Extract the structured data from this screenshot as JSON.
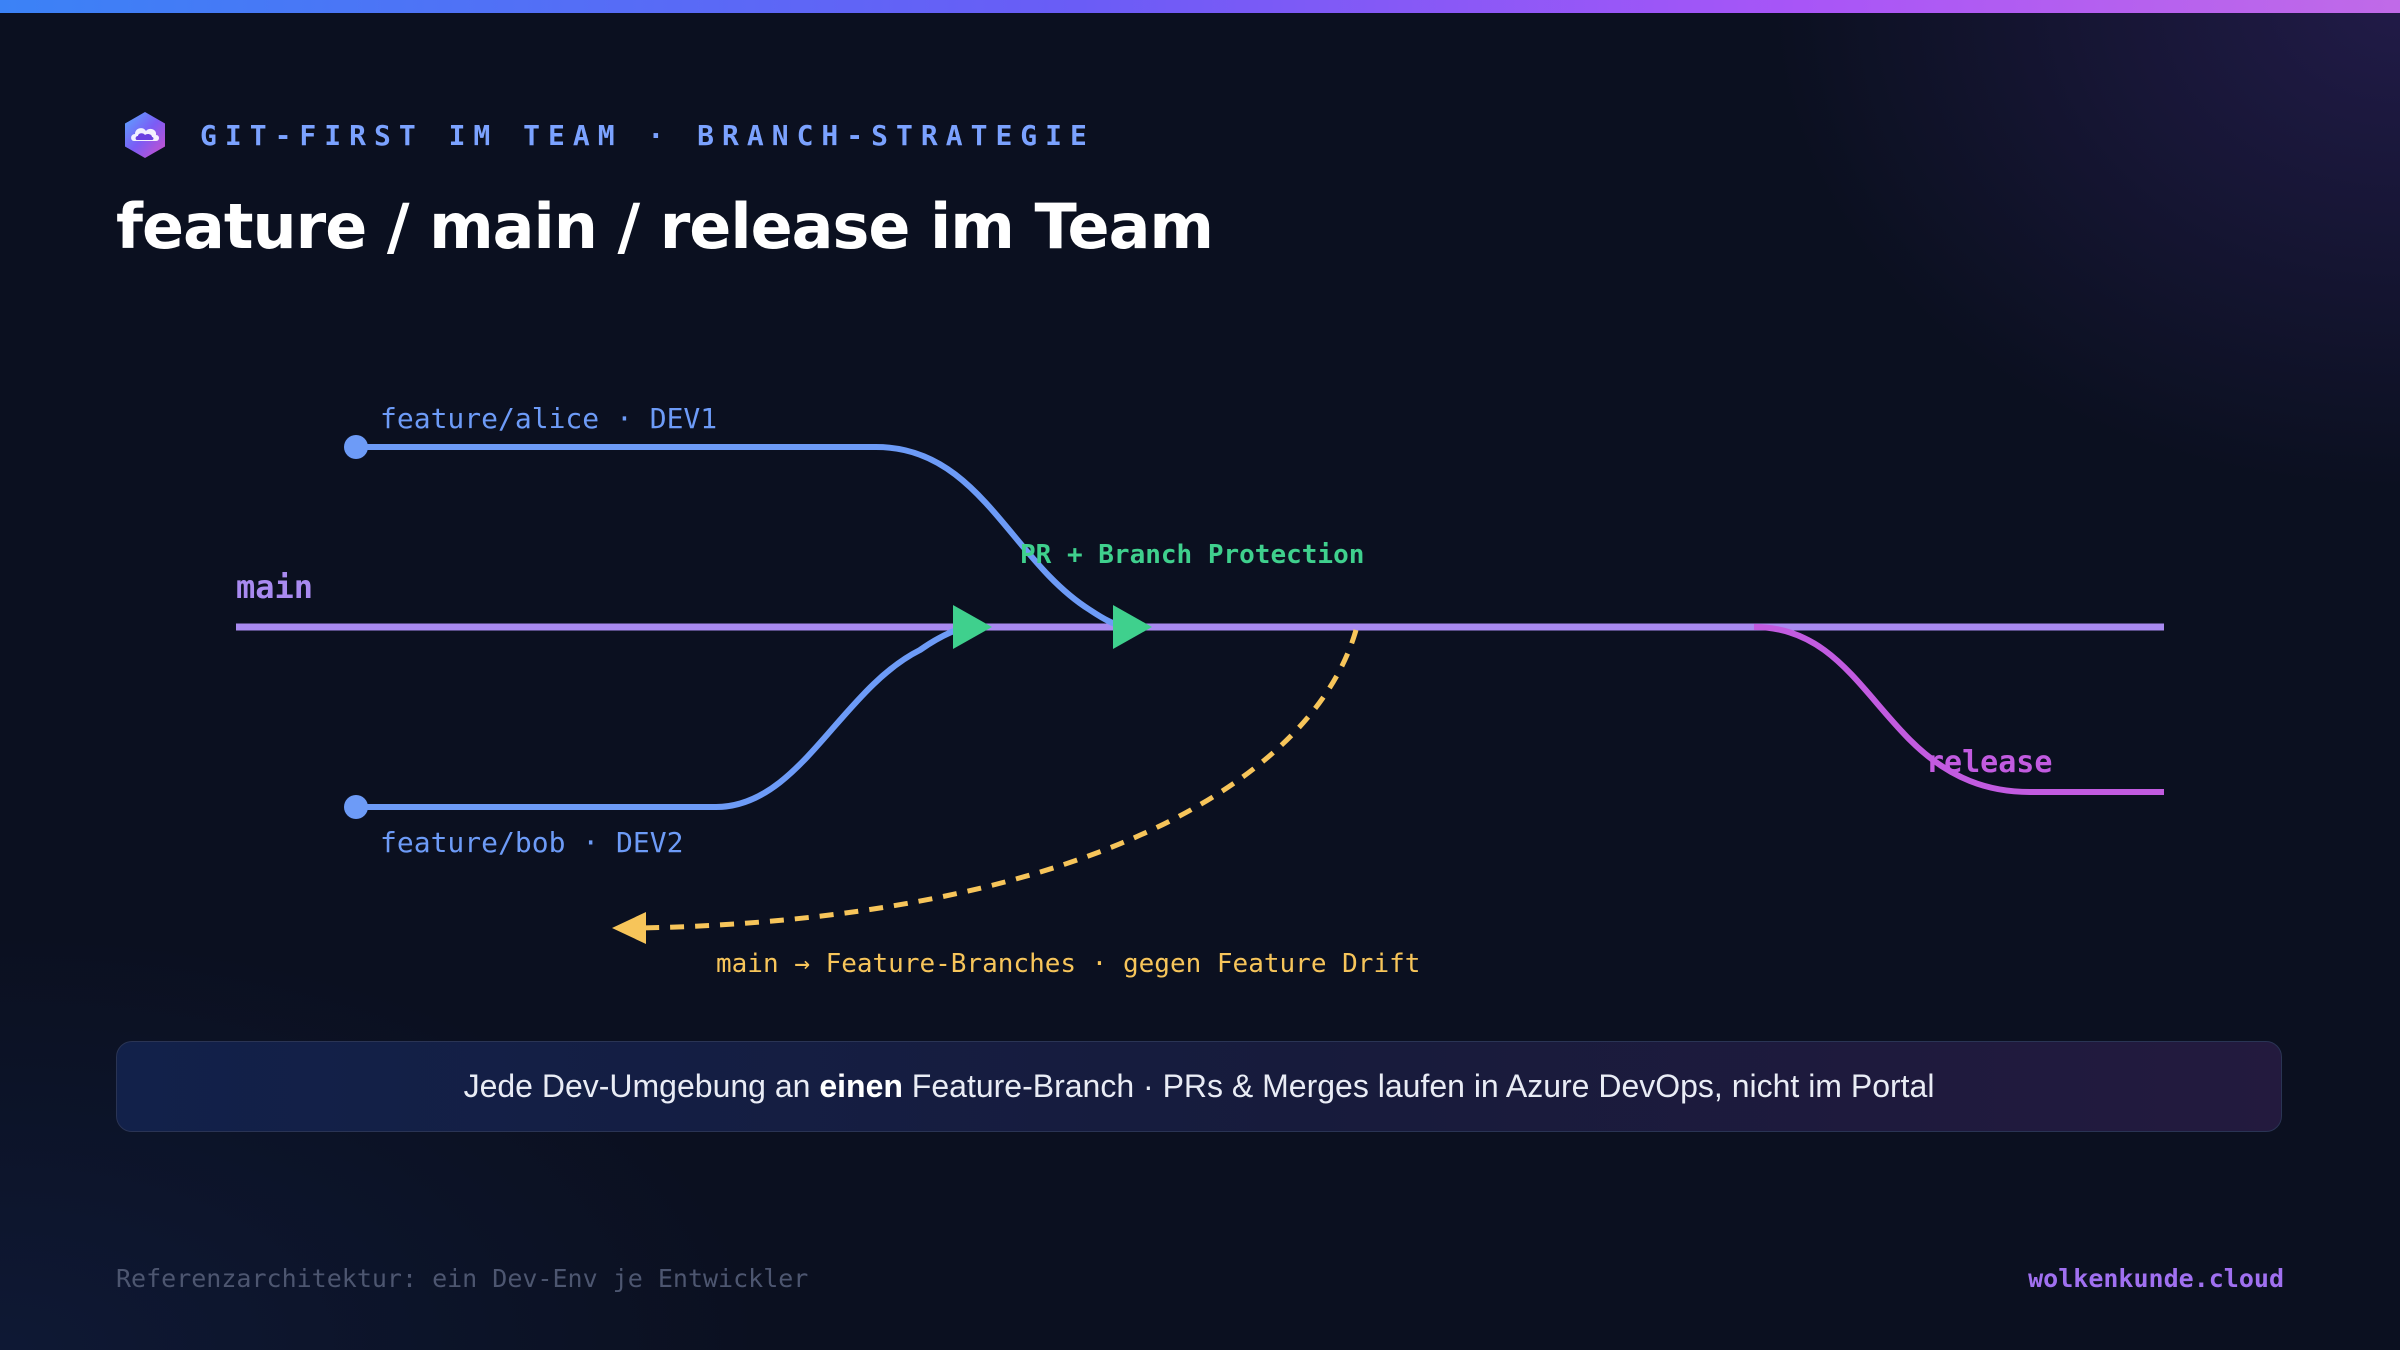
{
  "header": {
    "eyebrow": "GIT-FIRST IM TEAM · BRANCH-STRATEGIE",
    "title": "feature / main / release im Team",
    "logo_icon": "cloud-logo-icon"
  },
  "diagram": {
    "branches": {
      "feature_alice": "feature/alice · DEV1",
      "main": "main",
      "feature_bob": "feature/bob · DEV2",
      "release": "release"
    },
    "pr_label": "PR + Branch Protection",
    "sync_label": "main → Feature-Branches · gegen Feature Drift",
    "colors": {
      "feature": "#6d9bf7",
      "main": "#a98af0",
      "release": "#c25be0",
      "merge": "#3fd08d",
      "sync": "#f7c55a"
    }
  },
  "callout": {
    "prefix": "Jede Dev-Umgebung an ",
    "emphasis": "einen",
    "suffix": " Feature-Branch · PRs & Merges laufen in Azure DevOps, nicht im Portal"
  },
  "footer": {
    "left": "Referenzarchitektur: ein Dev-Env je Entwickler",
    "right": "wolkenkunde.cloud"
  }
}
